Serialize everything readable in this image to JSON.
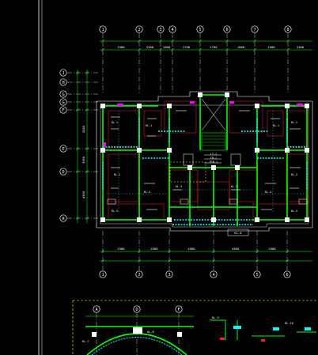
{
  "colors": {
    "background": "#000000",
    "axis": "#ffffff",
    "dimension": "#00ff00",
    "wall": "#00ff00",
    "column": "#ffffff",
    "window": "#00ffff",
    "room_outline": "#ff2020",
    "accent": "#ff00ff",
    "highlight": "#ffff00",
    "label": "#ffffff"
  },
  "plan": {
    "top_axes": [
      "1",
      "2",
      "3",
      "4",
      "5",
      "6",
      "7",
      "8"
    ],
    "bottom_axes": [
      "1",
      "2",
      "3",
      "4",
      "5",
      "6"
    ],
    "left_axes": [
      "J",
      "H",
      "G",
      "F",
      "E",
      "D",
      "A"
    ],
    "top_dims": [
      "3300",
      "2500",
      "1800",
      "2700",
      "2700",
      "1800",
      "2500",
      "3300"
    ],
    "bottom_dims": [
      "3300",
      "2500",
      "4500",
      "4500",
      "3300"
    ],
    "left_dims": [
      "2400",
      "3900",
      "4500"
    ],
    "room_tags": [
      "KL-1",
      "KL-1",
      "KL-1",
      "KL-1",
      "KL-2",
      "KL-2",
      "KL-3",
      "KL-3",
      "KL-4",
      "KL-4",
      "KL-5",
      "KL-5"
    ],
    "stair_note": [
      "LT-1",
      "TB-1",
      "PTB-1"
    ],
    "bottom_tag": "KL-6"
  },
  "detail": {
    "axes": [
      "A",
      "D",
      "F"
    ],
    "labels": [
      "KL-7",
      "KL-8",
      "KL-9",
      "KL-10"
    ]
  }
}
